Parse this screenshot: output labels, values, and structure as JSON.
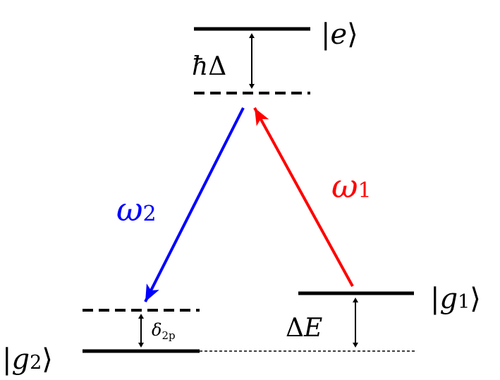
{
  "diagram": {
    "states": {
      "excited": {
        "label": "e"
      },
      "ground1": {
        "label": "g",
        "subscript": "1"
      },
      "ground2": {
        "label": "g",
        "subscript": "2"
      }
    },
    "detuning_label": {
      "hbar": "ħ",
      "delta": "Δ"
    },
    "energy_gap_label": {
      "delta": "Δ",
      "var": "E"
    },
    "two_photon_label": {
      "symbol": "δ",
      "subscript": "2p"
    },
    "transitions": {
      "pump": {
        "symbol": "ω",
        "subscript": "1",
        "color": "#ff0000"
      },
      "stokes": {
        "symbol": "ω",
        "subscript": "2",
        "color": "#0000ff"
      }
    },
    "ket": {
      "open": "|",
      "close": "⟩"
    }
  }
}
